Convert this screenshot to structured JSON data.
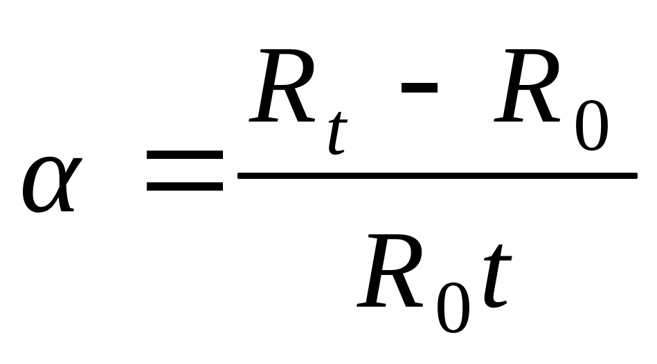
{
  "formula": {
    "lhs": "α",
    "operator": "=",
    "numerator": {
      "term1": "R",
      "term1_sub": "t",
      "minus": "-",
      "term2": "R",
      "term2_sub": "0"
    },
    "denominator": {
      "term": "R",
      "term_sub": "0",
      "factor": "t"
    }
  }
}
